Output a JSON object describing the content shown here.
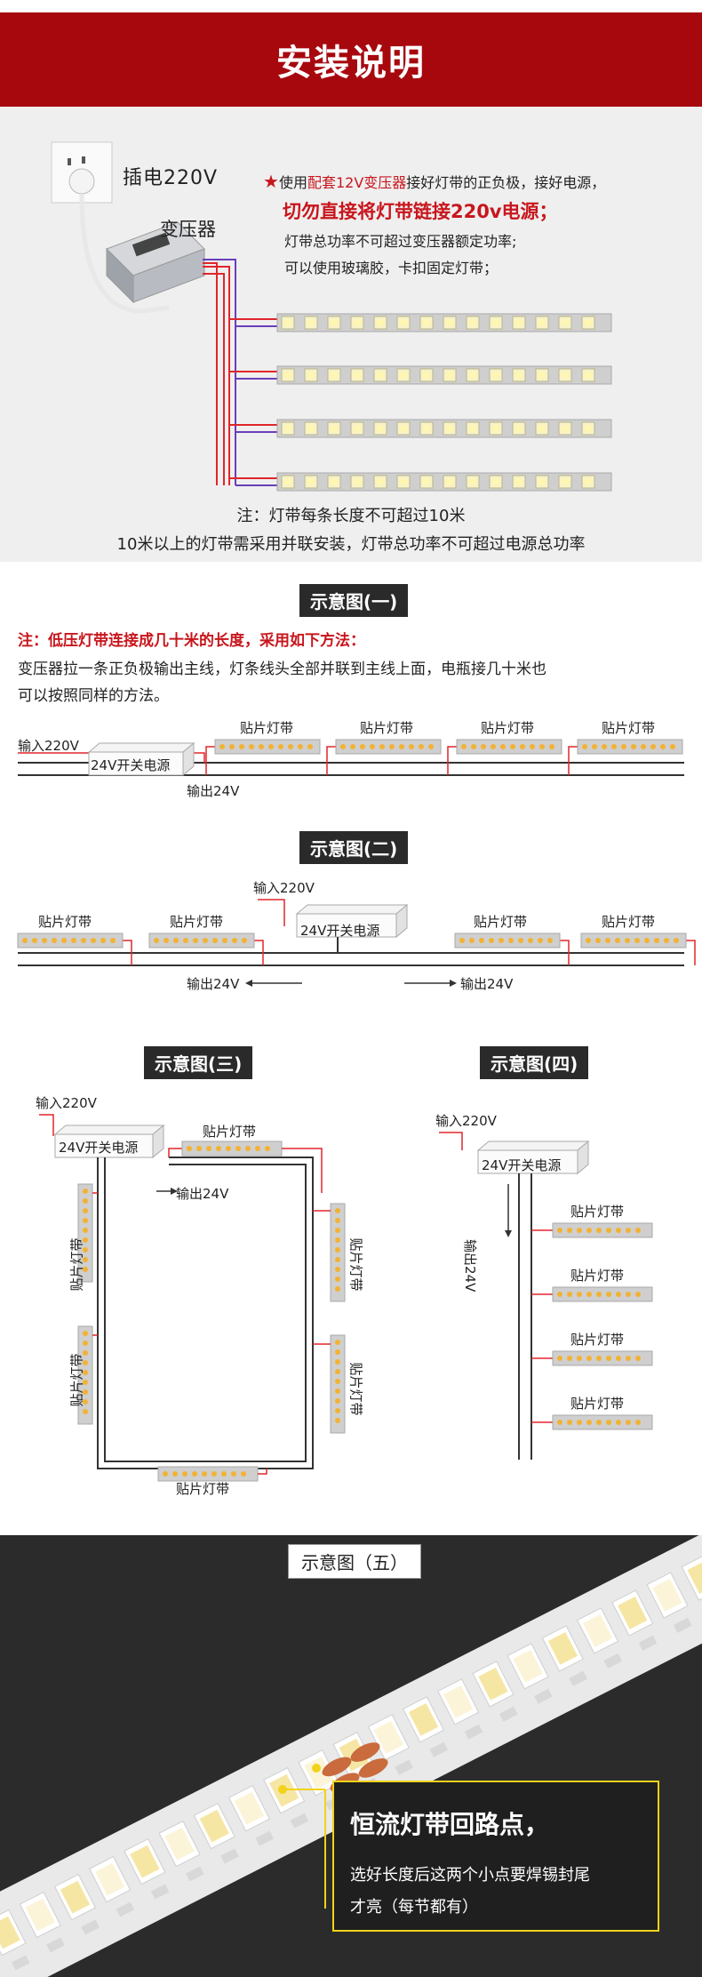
{
  "header": {
    "title": "安装说明"
  },
  "section1": {
    "plug_label": "插电220V",
    "transformer_label": "变压器",
    "star": "★",
    "line1_pre": "使用",
    "line1_red": "配套12V变压器",
    "line1_post": "接好灯带的正负极，接好电源，",
    "warning": "切勿直接将灯带链接220v电源；",
    "line3": "灯带总功率不可超过变压器额定功率;",
    "line4": "可以使用玻璃胶，卡扣固定灯带；",
    "note1": "注：灯带每条长度不可超过10米",
    "note2": "10米以上的灯带需采用并联安装，灯带总功率不可超过电源总功率"
  },
  "section2": {
    "diagram1": {
      "tag": "示意图(一)",
      "note_red": "注：低压灯带连接成几十米的长度，采用如下方法：",
      "desc1": "变压器拉一条正负极输出主线，灯条线头全部并联到主线上面，电瓶接几十米也",
      "desc2": "可以按照同样的方法。",
      "input": "输入220V",
      "psu": "24V开关电源",
      "output": "输出24V",
      "strip": "贴片灯带"
    },
    "diagram2": {
      "tag": "示意图(二)",
      "input": "输入220V",
      "psu": "24V开关电源",
      "output_left": "输出24V",
      "output_right": "输出24V",
      "strip": "贴片灯带"
    },
    "diagram3": {
      "tag": "示意图(三)",
      "input": "输入220V",
      "psu": "24V开关电源",
      "output": "输出24V",
      "strip": "贴片灯带"
    },
    "diagram4": {
      "tag": "示意图(四)",
      "input": "输入220V",
      "psu": "24V开关电源",
      "output": "输出24V",
      "strip": "贴片灯带"
    }
  },
  "section3": {
    "tag": "示意图（五）",
    "callout_title": "恒流灯带回路点，",
    "callout_line1": "选好长度后这两个小点要焊锡封尾",
    "callout_line2": "才亮（每节都有）"
  },
  "colors": {
    "brand_red": "#a7080e",
    "warning_red": "#c8161d",
    "callout_border": "#f2d21a",
    "wire_red": "#e0262b",
    "wire_purple": "#6a3fb8"
  }
}
